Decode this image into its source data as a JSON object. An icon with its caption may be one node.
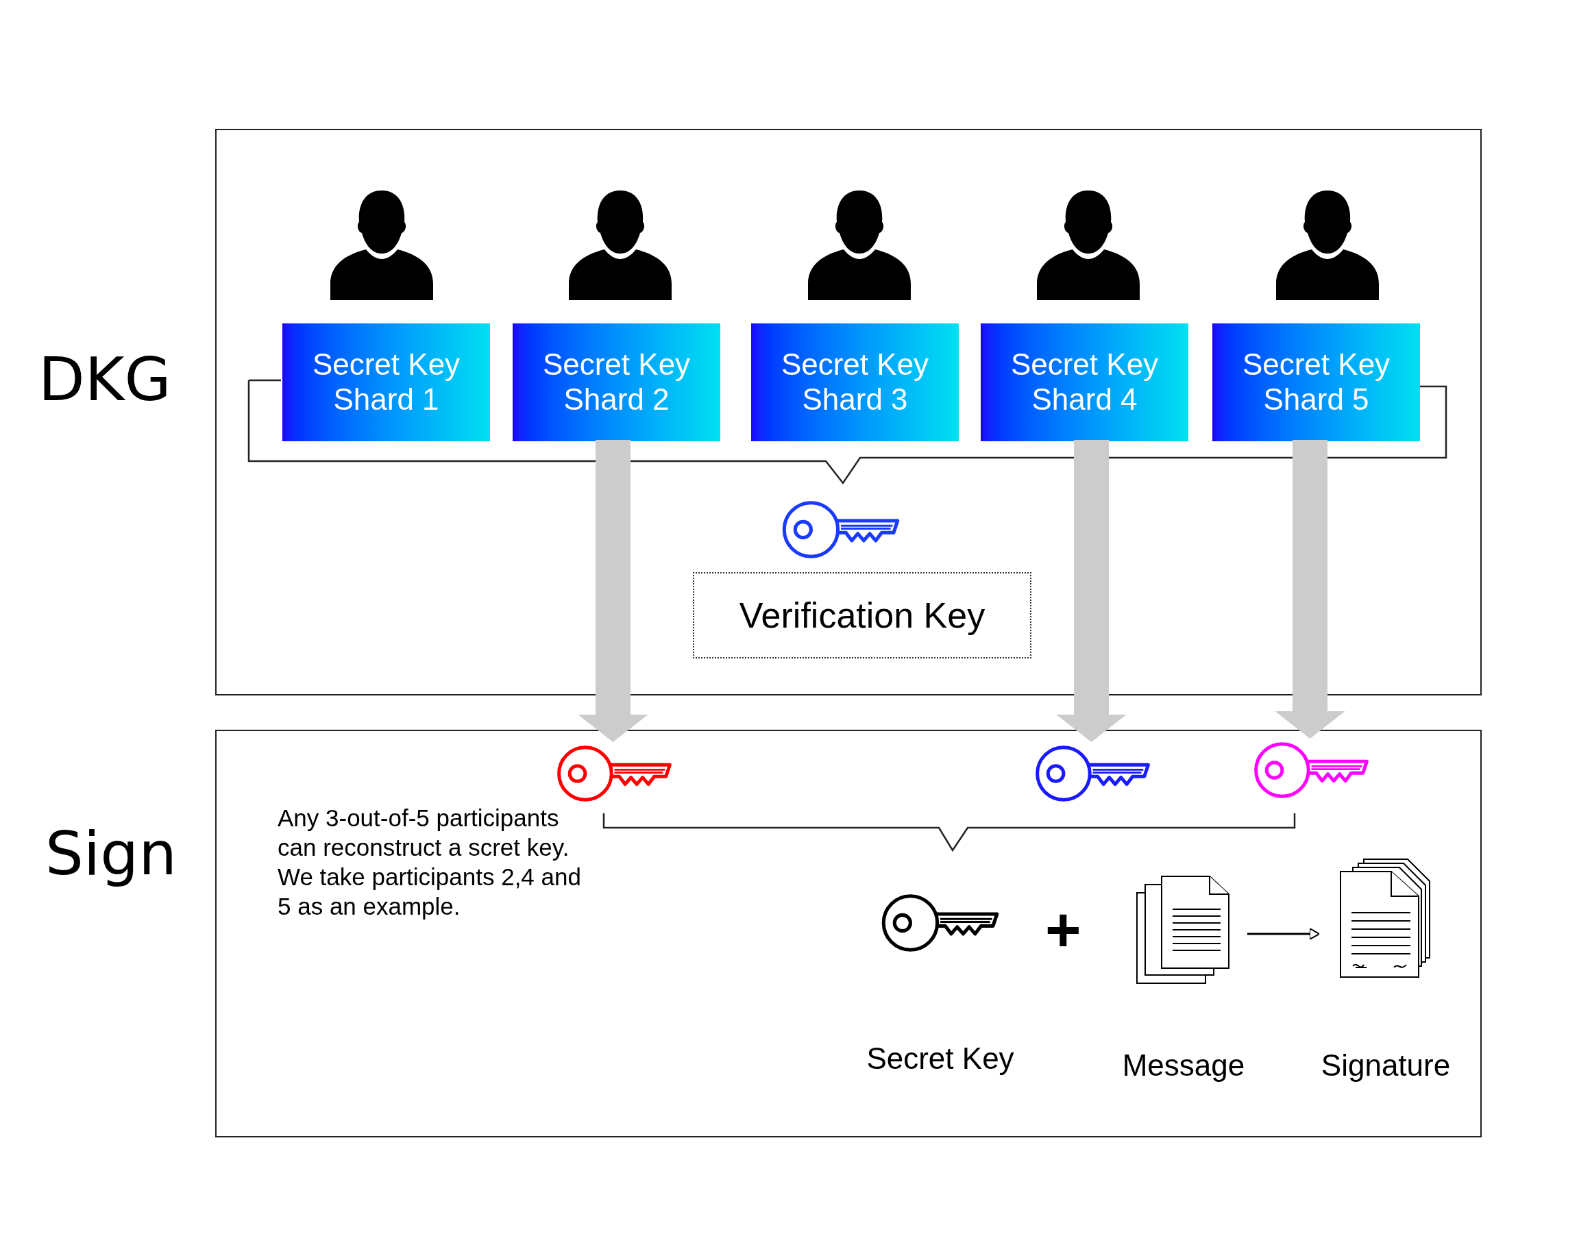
{
  "diagram": {
    "nodes": [
      {
        "text": [
          "DKG"
        ]
      },
      {
        "text": [
          "Sign"
        ]
      },
      {
        "text": [
          "Secret Key Shard 1"
        ],
        "in": 0
      },
      {
        "text": [
          "Secret Key Shard 2"
        ],
        "in": 0
      },
      {
        "text": [
          "Secret Key Shard 3"
        ],
        "in": 0
      },
      {
        "text": [
          "Secret Key Shard 4"
        ],
        "in": 0
      },
      {
        "text": [
          "Secret Key Shard 5"
        ],
        "in": 0
      },
      {
        "text": [
          "Verification Key"
        ],
        "in": 0
      },
      {
        "text": [],
        "shape": "key",
        "in": 1
      },
      {
        "text": [],
        "shape": "key",
        "in": 1
      },
      {
        "text": [],
        "shape": "key",
        "in": 1
      },
      {
        "text": [
          "Secret Key"
        ],
        "in": 1
      },
      {
        "text": [
          "Message"
        ],
        "in": 1
      },
      {
        "text": [
          "Signature"
        ],
        "in": 1
      }
    ],
    "edges": [
      {
        "from": 3,
        "to": 8,
        "arrow": "to"
      },
      {
        "from": 5,
        "to": 9,
        "arrow": "to"
      },
      {
        "from": 6,
        "to": 10,
        "arrow": "to"
      },
      {
        "from": 12,
        "to": 13,
        "arrow": "to",
        "color": "#000000"
      }
    ],
    "labels": [
      "Any 3-out-of-5 participants can reconstruct a scret key. We take participants 2,4 and 5 as an example.",
      "+"
    ]
  }
}
